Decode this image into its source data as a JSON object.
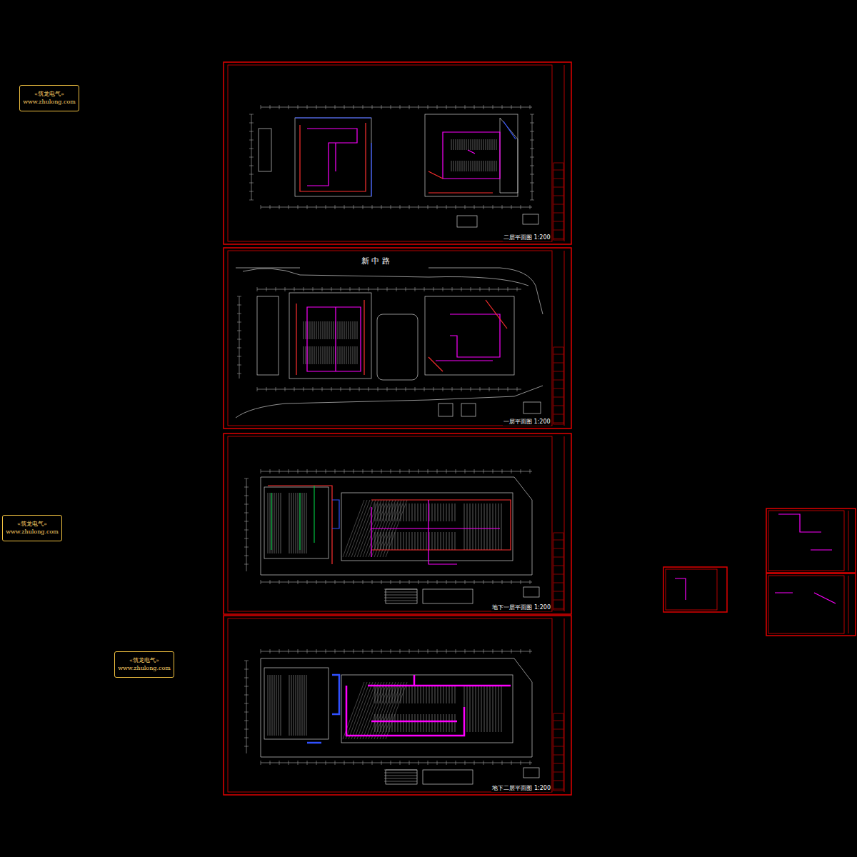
{
  "diagram": {
    "nodes": [
      {
        "text": [
          "«筑龙电气»",
          "www.zhulong.com"
        ]
      },
      {
        "text": [
          "«筑龙电气»",
          "www.zhulong.com"
        ]
      },
      {
        "text": [
          "«筑龙电气»",
          "www.zhulong.com"
        ]
      }
    ],
    "labels": [
      "新 中 路",
      "二层平面图 1:200",
      "一层平面图 1:200",
      "地下一层平面图 1:200",
      "地下二层平面图 1:200"
    ]
  }
}
